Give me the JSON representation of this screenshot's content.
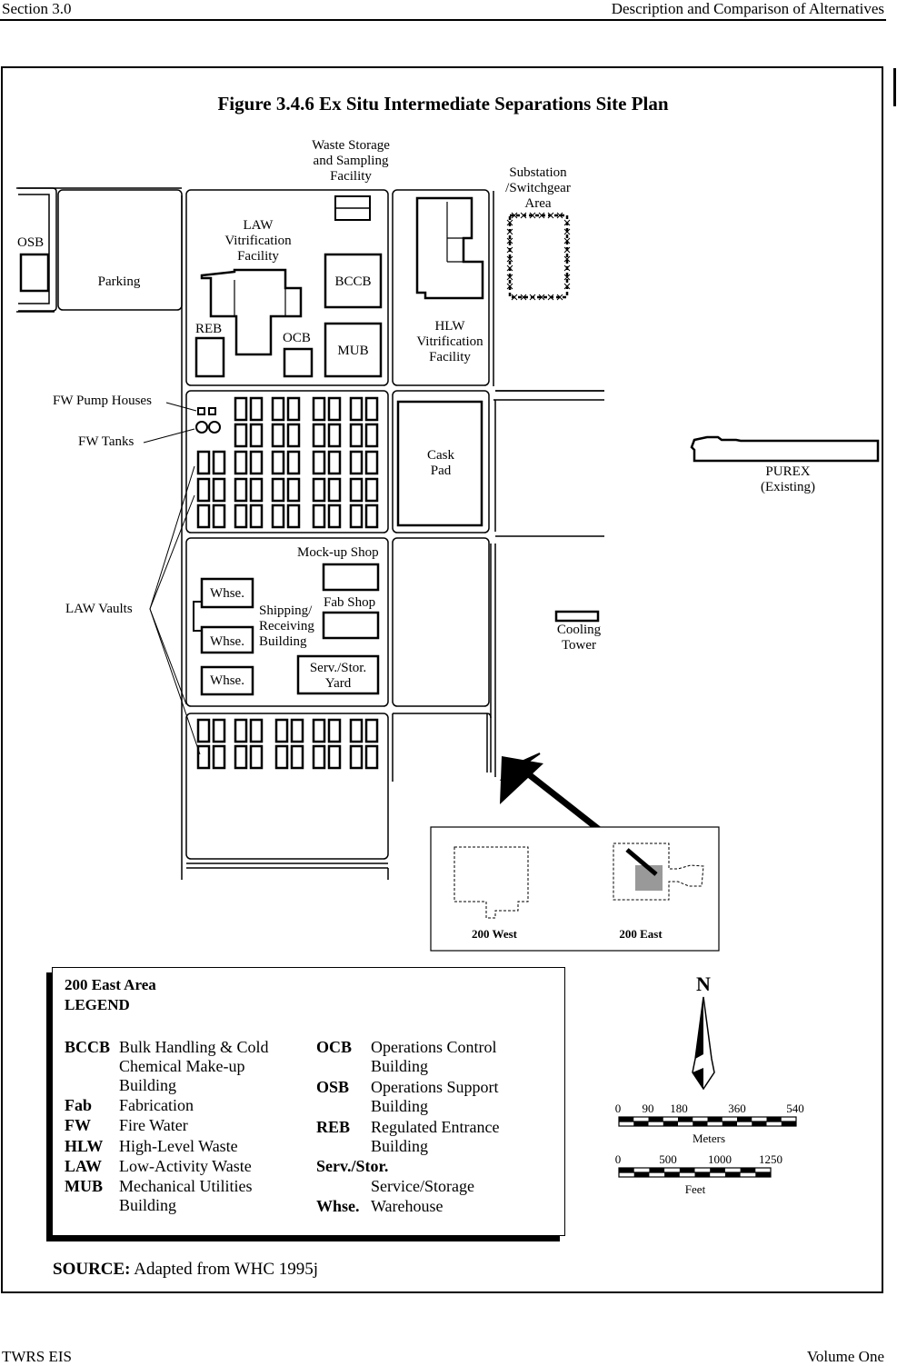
{
  "header": {
    "left": "Section 3.0",
    "right": "Description and Comparison of Alternatives"
  },
  "title": "Figure 3.4.6  Ex Situ Intermediate Separations Site Plan",
  "labels": {
    "waste_storage": "Waste Storage\nand Sampling\nFacility",
    "substation": "Substation\n/Switchgear\nArea",
    "osb": "OSB",
    "parking": "Parking",
    "law_vit": "LAW\nVitrification\nFacility",
    "bccb": "BCCB",
    "reb": "REB",
    "ocb": "OCB",
    "mub": "MUB",
    "hlw_vit": "HLW\nVitrification\nFacility",
    "fw_pump": "FW Pump Houses",
    "fw_tanks": "FW Tanks",
    "cask_pad": "Cask\nPad",
    "purex": "PUREX\n(Existing)",
    "mockup": "Mock-up Shop",
    "fab_shop": "Fab Shop",
    "shipping": "Shipping/\nReceiving\nBuilding",
    "whse": "Whse.",
    "serv_stor_yard": "Serv./Stor.\nYard",
    "law_vaults": "LAW Vaults",
    "cooling_tower": "Cooling\nTower",
    "inset_west": "200 West",
    "inset_east": "200 East",
    "north": "N"
  },
  "scales": {
    "meters_ticks": [
      "0",
      "90",
      "180",
      "360",
      "540"
    ],
    "meters_unit": "Meters",
    "feet_ticks": [
      "0",
      "500",
      "1000",
      "1250"
    ],
    "feet_unit": "Feet"
  },
  "legend": {
    "title1": "200 East Area",
    "title2": "LEGEND",
    "left": [
      {
        "abbr": "BCCB",
        "def": "Bulk Handling & Cold Chemical Make-up Building"
      },
      {
        "abbr": "Fab",
        "def": "Fabrication"
      },
      {
        "abbr": "FW",
        "def": "Fire Water"
      },
      {
        "abbr": "HLW",
        "def": "High-Level Waste"
      },
      {
        "abbr": "LAW",
        "def": "Low-Activity Waste"
      },
      {
        "abbr": "MUB",
        "def": "Mechanical Utilities Building"
      }
    ],
    "right": [
      {
        "abbr": "OCB",
        "def": "Operations Control Building"
      },
      {
        "abbr": "OSB",
        "def": "Operations Support Building"
      },
      {
        "abbr": "REB",
        "def": "Regulated Entrance Building"
      },
      {
        "abbr": "Serv./Stor.",
        "def": "Service/Storage"
      },
      {
        "abbr": "Whse.",
        "def": "Warehouse"
      }
    ]
  },
  "source": {
    "label": "SOURCE:",
    "text": "Adapted from WHC 1995j"
  },
  "footer": {
    "left": "TWRS EIS",
    "right": "Volume One"
  }
}
